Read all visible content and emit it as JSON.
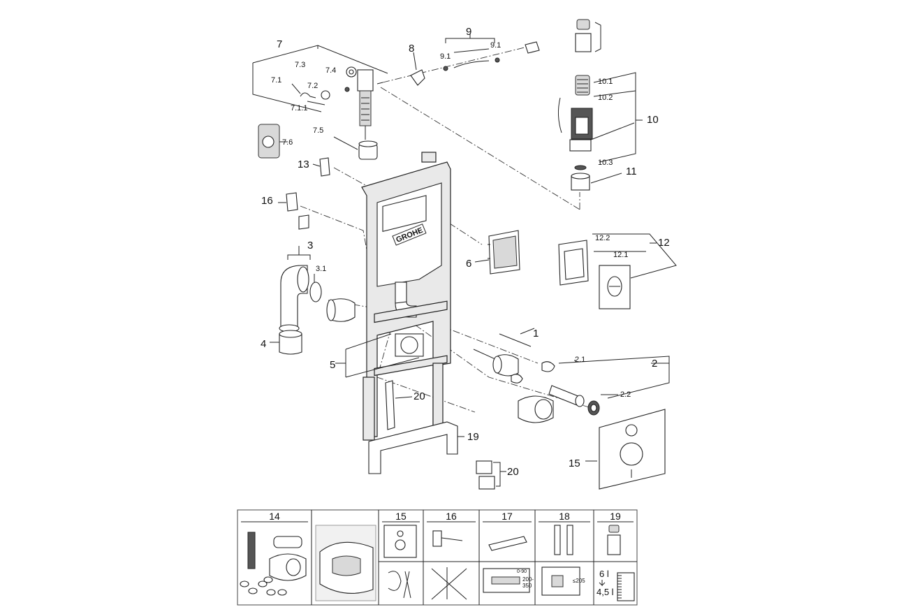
{
  "brand": "GROHE",
  "part_labels": [
    "1",
    "2",
    "2.1",
    "2.2",
    "3",
    "3.1",
    "4",
    "5",
    "6",
    "7",
    "7.1",
    "7.1.1",
    "7.2",
    "7.3",
    "7.4",
    "7.5",
    "7.6",
    "8",
    "9",
    "9.1",
    "10",
    "10.1",
    "10.2",
    "10.3",
    "11",
    "12",
    "12.1",
    "12.2",
    "13",
    "15",
    "16",
    "19",
    "20"
  ],
  "accessory_table": {
    "columns": [
      "14",
      "",
      "15",
      "16",
      "17",
      "18",
      "19"
    ],
    "dimension_labels": {
      "d_0_90": "0-90",
      "d_200_350": "200-\n350",
      "d_205": "≤205",
      "flush_6": "6 l",
      "flush_4_5": "4,5 l"
    }
  }
}
